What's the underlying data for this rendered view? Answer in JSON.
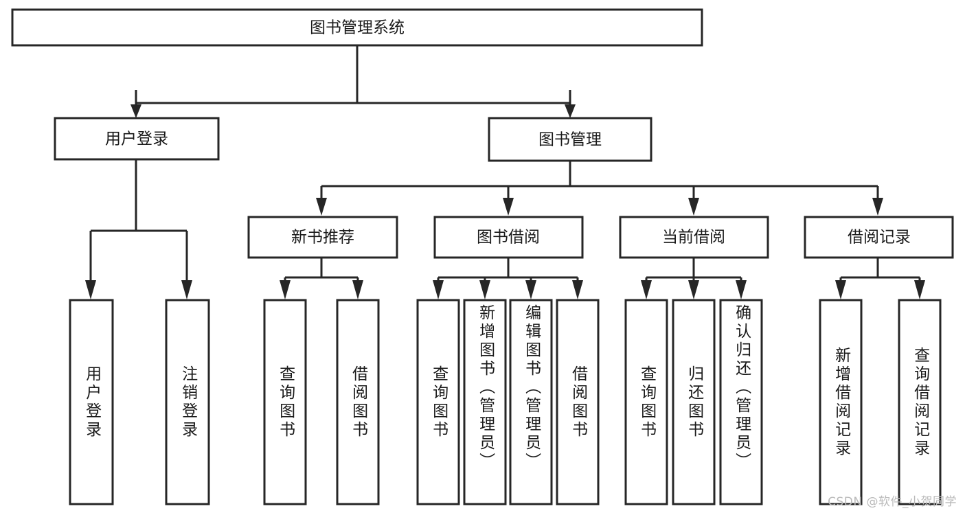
{
  "diagram": {
    "title": "图书管理系统",
    "type": "tree-hierarchy-diagram",
    "colors": {
      "background": "#ffffff",
      "box_fill": "#ffffff",
      "box_stroke": "#262626",
      "text": "#1a1a1a",
      "watermark": "#b9b9b9"
    },
    "root": {
      "label": "图书管理系统"
    },
    "level2": [
      {
        "label": "用户登录"
      },
      {
        "label": "图书管理"
      }
    ],
    "level3": [
      {
        "label": "新书推荐"
      },
      {
        "label": "图书借阅"
      },
      {
        "label": "当前借阅"
      },
      {
        "label": "借阅记录"
      }
    ],
    "leaves": {
      "user_login": [
        {
          "label": "用户登录"
        },
        {
          "label": "注销登录"
        }
      ],
      "new_book_recommend": [
        {
          "label": "查询图书"
        },
        {
          "label": "借阅图书"
        }
      ],
      "book_borrow": [
        {
          "label": "查询图书"
        },
        {
          "label": "新增图书（管理员）"
        },
        {
          "label": "编辑图书（管理员）"
        },
        {
          "label": "借阅图书"
        }
      ],
      "current_borrow": [
        {
          "label": "查询图书"
        },
        {
          "label": "归还图书"
        },
        {
          "label": "确认归还（管理员）"
        }
      ],
      "borrow_record": [
        {
          "label": "新增借阅记录"
        },
        {
          "label": "查询借阅记录"
        }
      ]
    }
  },
  "watermark": {
    "text": "CSDN @软件_小贺同学"
  }
}
